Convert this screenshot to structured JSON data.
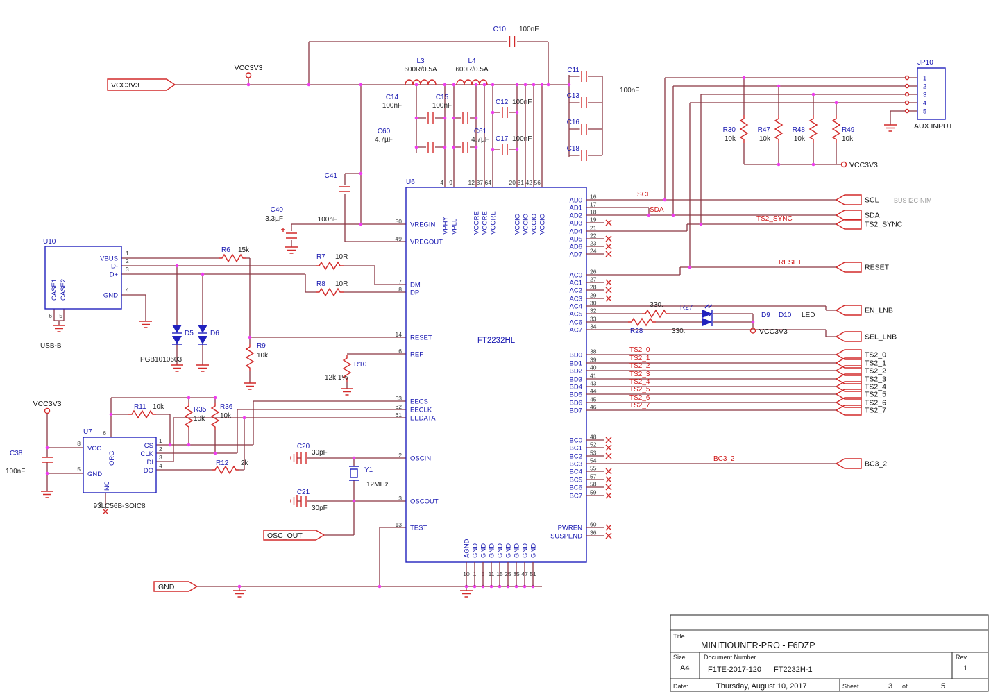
{
  "labels": {
    "vcc3v3": "VCC3V3",
    "gnd": "GND",
    "osc_out": "OSC_OUT",
    "aux_input": "AUX INPUT",
    "bus_i2c": "BUS I2C-NIM",
    "led": "LED"
  },
  "nets": {
    "scl": "SCL",
    "sda": "SDA",
    "ts2_sync": "TS2_SYNC",
    "reset": "RESET",
    "en_lnb": "EN_LNB",
    "sel_lnb": "SEL_LNB",
    "bc3_2": "BC3_2",
    "ts2": [
      "TS2_0",
      "TS2_1",
      "TS2_2",
      "TS2_3",
      "TS2_4",
      "TS2_5",
      "TS2_6",
      "TS2_7"
    ]
  },
  "parts": {
    "c10": {
      "ref": "C10",
      "val": "100nF"
    },
    "c11": {
      "ref": "C11"
    },
    "c13": {
      "ref": "C13"
    },
    "c16": {
      "ref": "C16"
    },
    "c18": {
      "ref": "C18"
    },
    "bank_val": "100nF",
    "c12": {
      "ref": "C12",
      "val": "100nF"
    },
    "c17": {
      "ref": "C17",
      "val": "100nF"
    },
    "c14": {
      "ref": "C14",
      "val": "100nF"
    },
    "c15": {
      "ref": "C15",
      "val": "100nF"
    },
    "c60": {
      "ref": "C60",
      "val": "4.7µF"
    },
    "c61": {
      "ref": "C61",
      "val": "4.7µF"
    },
    "c40": {
      "ref": "C40",
      "val": "3.3µF"
    },
    "c41": {
      "ref": "C41",
      "val": "100nF"
    },
    "c38": {
      "ref": "C38",
      "val": "100nF"
    },
    "c20": {
      "ref": "C20",
      "val": "30pF"
    },
    "c21": {
      "ref": "C21",
      "val": "30pF"
    },
    "l3": {
      "ref": "L3",
      "val": "600R/0.5A"
    },
    "l4": {
      "ref": "L4",
      "val": "600R/0.5A"
    },
    "r6": {
      "ref": "R6",
      "val": "15k"
    },
    "r7": {
      "ref": "R7",
      "val": "10R"
    },
    "r8": {
      "ref": "R8",
      "val": "10R"
    },
    "r9": {
      "ref": "R9",
      "val": "10k"
    },
    "r10": {
      "ref": "R10",
      "val": "12k 1%"
    },
    "r11": {
      "ref": "R11",
      "val": "10k"
    },
    "r12": {
      "ref": "R12",
      "val": "2k"
    },
    "r27": {
      "ref": "R27",
      "val": "330."
    },
    "r28": {
      "ref": "R28",
      "val": "330."
    },
    "r30": {
      "ref": "R30",
      "val": "10k"
    },
    "r35": {
      "ref": "R35",
      "val": "10k"
    },
    "r36": {
      "ref": "R36",
      "val": "10k"
    },
    "r47": {
      "ref": "R47",
      "val": "10k"
    },
    "r48": {
      "ref": "R48",
      "val": "10k"
    },
    "r49": {
      "ref": "R49",
      "val": "10k"
    },
    "d5": {
      "ref": "D5"
    },
    "d6": {
      "ref": "D6"
    },
    "esd_part": "PGB1010603",
    "d9": {
      "ref": "D9"
    },
    "d10": {
      "ref": "D10"
    },
    "y1": {
      "ref": "Y1",
      "val": "12MHz"
    }
  },
  "u6": {
    "ref": "U6",
    "part": "FT2232HL",
    "pins_left": [
      {
        "name": "VREGIN",
        "num": "50"
      },
      {
        "name": "VREGOUT",
        "num": "49"
      },
      {
        "name": "DM",
        "num": "7"
      },
      {
        "name": "DP",
        "num": "8"
      },
      {
        "name": "RESET",
        "num": "14"
      },
      {
        "name": "REF",
        "num": "6"
      },
      {
        "name": "EECS",
        "num": "63"
      },
      {
        "name": "EECLK",
        "num": "62"
      },
      {
        "name": "EEDATA",
        "num": "61"
      },
      {
        "name": "OSCIN",
        "num": "2"
      },
      {
        "name": "OSCOUT",
        "num": "3"
      },
      {
        "name": "TEST",
        "num": "13"
      }
    ],
    "pins_top": [
      {
        "name": "VPHY",
        "num": "4"
      },
      {
        "name": "VPLL",
        "num": "9"
      },
      {
        "name": "VCORE",
        "num": "12"
      },
      {
        "name": "VCORE",
        "num": "37"
      },
      {
        "name": "VCORE",
        "num": "64"
      },
      {
        "name": "VCCIO",
        "num": "20"
      },
      {
        "name": "VCCIO",
        "num": "31"
      },
      {
        "name": "VCCIO",
        "num": "42"
      },
      {
        "name": "VCCIO",
        "num": "56"
      }
    ],
    "pins_ad": [
      {
        "name": "AD0",
        "num": "16"
      },
      {
        "name": "AD1",
        "num": "17"
      },
      {
        "name": "AD2",
        "num": "18"
      },
      {
        "name": "AD3",
        "num": "19",
        "nc": true
      },
      {
        "name": "AD4",
        "num": "21"
      },
      {
        "name": "AD5",
        "num": "22",
        "nc": true
      },
      {
        "name": "AD6",
        "num": "23",
        "nc": true
      },
      {
        "name": "AD7",
        "num": "24",
        "nc": true
      }
    ],
    "pins_ac": [
      {
        "name": "AC0",
        "num": "26"
      },
      {
        "name": "AC1",
        "num": "27",
        "nc": true
      },
      {
        "name": "AC2",
        "num": "28",
        "nc": true
      },
      {
        "name": "AC3",
        "num": "29",
        "nc": true
      },
      {
        "name": "AC4",
        "num": "30"
      },
      {
        "name": "AC5",
        "num": "32"
      },
      {
        "name": "AC6",
        "num": "33"
      },
      {
        "name": "AC7",
        "num": "34"
      }
    ],
    "pins_bd": [
      {
        "name": "BD0",
        "num": "38"
      },
      {
        "name": "BD1",
        "num": "39"
      },
      {
        "name": "BD2",
        "num": "40"
      },
      {
        "name": "BD3",
        "num": "41"
      },
      {
        "name": "BD4",
        "num": "43"
      },
      {
        "name": "BD5",
        "num": "44"
      },
      {
        "name": "BD6",
        "num": "45"
      },
      {
        "name": "BD7",
        "num": "46"
      }
    ],
    "pins_bc": [
      {
        "name": "BC0",
        "num": "48",
        "nc": true
      },
      {
        "name": "BC1",
        "num": "52",
        "nc": true
      },
      {
        "name": "BC2",
        "num": "53",
        "nc": true
      },
      {
        "name": "BC3",
        "num": "54"
      },
      {
        "name": "BC4",
        "num": "55",
        "nc": true
      },
      {
        "name": "BC5",
        "num": "57",
        "nc": true
      },
      {
        "name": "BC6",
        "num": "58",
        "nc": true
      },
      {
        "name": "BC7",
        "num": "59",
        "nc": true
      }
    ],
    "pins_misc": [
      {
        "name": "PWREN",
        "num": "60",
        "nc": true
      },
      {
        "name": "SUSPEND",
        "num": "36",
        "nc": true
      }
    ],
    "pins_bottom": [
      {
        "name": "AGND",
        "num": "10"
      },
      {
        "name": "GND",
        "num": "1"
      },
      {
        "name": "GND",
        "num": "5"
      },
      {
        "name": "GND",
        "num": "11"
      },
      {
        "name": "GND",
        "num": "15"
      },
      {
        "name": "GND",
        "num": "25"
      },
      {
        "name": "GND",
        "num": "35"
      },
      {
        "name": "GND",
        "num": "47"
      },
      {
        "name": "GND",
        "num": "51"
      }
    ]
  },
  "u10": {
    "ref": "U10",
    "part": "USB-B",
    "pins_right": [
      {
        "name": "VBUS",
        "num": "1"
      },
      {
        "name": "D-",
        "num": "2"
      },
      {
        "name": "D+",
        "num": "3"
      },
      {
        "name": "GND",
        "num": "4"
      }
    ],
    "case1": "CASE1",
    "case2": "CASE2",
    "pin5": "5",
    "pin6": "6"
  },
  "u7": {
    "ref": "U7",
    "part": "93LC56B-SOIC8",
    "left": [
      {
        "name": "VCC",
        "num": "8"
      },
      {
        "name": "GND",
        "num": "5"
      }
    ],
    "right": [
      {
        "name": "CS",
        "num": "1"
      },
      {
        "name": "CLK",
        "num": "2"
      },
      {
        "name": "DI",
        "num": "3"
      },
      {
        "name": "DO",
        "num": "4"
      }
    ],
    "org": {
      "name": "ORG",
      "num": "6"
    },
    "ncpin": {
      "name": "NC",
      "num": "7"
    }
  },
  "jp10": {
    "ref": "JP10",
    "pins": [
      "1",
      "2",
      "3",
      "4",
      "5"
    ]
  },
  "title_block": {
    "title_label": "Title",
    "title": "MINITIOUNER-PRO - F6DZP",
    "size_label": "Size",
    "size": "A4",
    "doc_label": "Document Number",
    "doc1": "F1TE-2017-120",
    "doc2": "FT2232H-1",
    "rev_label": "Rev",
    "rev": "1",
    "date_label": "Date:",
    "date": "Thursday, August 10, 2017",
    "sheet_label": "Sheet",
    "sheet_num": "3",
    "sheet_of": "of",
    "sheet_total": "5"
  }
}
